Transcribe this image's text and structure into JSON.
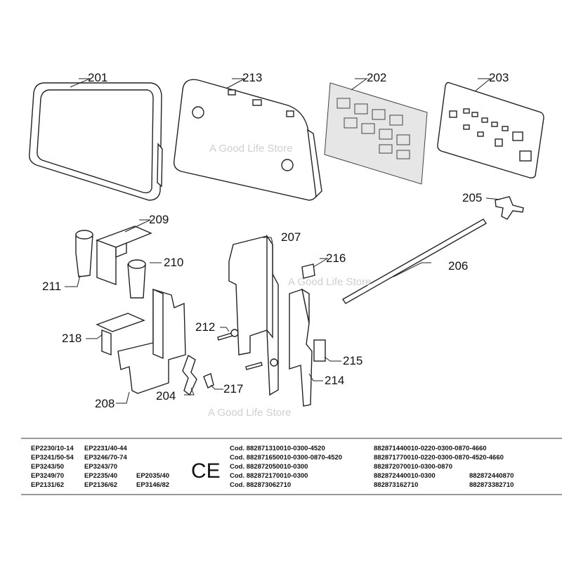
{
  "callouts": {
    "c201": "201",
    "c213": "213",
    "c202": "202",
    "c203": "203",
    "c205": "205",
    "c209": "209",
    "c207": "207",
    "c210": "210",
    "c211": "211",
    "c216": "216",
    "c206": "206",
    "c212": "212",
    "c218": "218",
    "c215": "215",
    "c214": "214",
    "c204": "204",
    "c217": "217",
    "c208": "208"
  },
  "watermark": {
    "w1": "A Good Life Store",
    "w2": "A Good Life Store",
    "w3": "A Good Life Store"
  },
  "footer": {
    "models": [
      [
        "EP2230/10-14",
        "EP2231/40-44",
        ""
      ],
      [
        "EP3241/50-54",
        "EP3246/70-74",
        ""
      ],
      [
        "EP3243/50",
        "EP3243/70",
        ""
      ],
      [
        "EP3249/70",
        "EP2235/40",
        "EP2035/40"
      ],
      [
        "EP2131/62",
        "EP2136/62",
        "EP3146/82"
      ]
    ],
    "mark": "CE",
    "codes": [
      [
        "Cod. 882871310010-0300-4520",
        "882871440010-0220-0300-0870-4660",
        ""
      ],
      [
        "Cod. 882871650010-0300-0870-4520",
        "882871770010-0220-0300-0870-4520-4660",
        ""
      ],
      [
        "Cod. 882872050010-0300",
        "882872070010-0300-0870",
        ""
      ],
      [
        "Cod. 882872170010-0300",
        "882872440010-0300",
        "882872440870"
      ],
      [
        "Cod. 882873062710",
        "882873162710",
        "882873382710"
      ]
    ]
  }
}
